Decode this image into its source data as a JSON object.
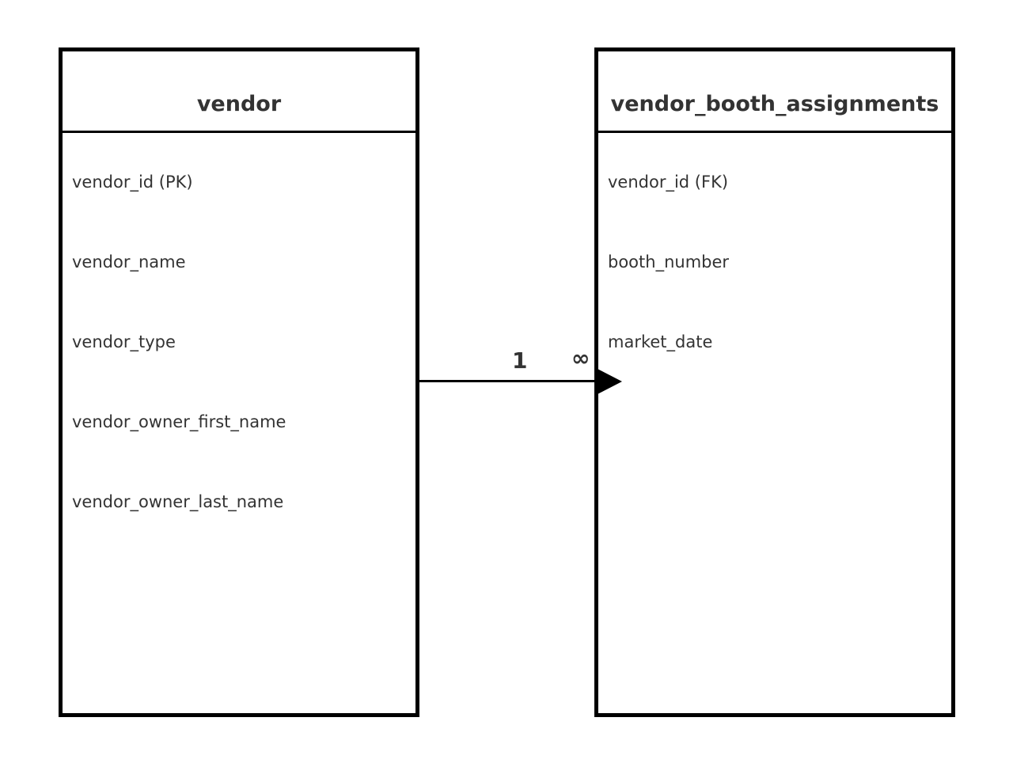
{
  "entities": [
    {
      "title": "vendor",
      "attributes": [
        "vendor_id (PK)",
        "vendor_name",
        "vendor_type",
        "vendor_owner_first_name",
        "vendor_owner_last_name"
      ]
    },
    {
      "title": "vendor_booth_assignments",
      "attributes": [
        "vendor_id (FK)",
        "booth_number",
        "market_date"
      ]
    }
  ],
  "relationship": {
    "from": "vendor",
    "to": "vendor_booth_assignments",
    "source_cardinality": "1",
    "target_cardinality": "∞",
    "arrow": "filled-triangle"
  },
  "colors": {
    "border": "#000000",
    "text": "#333333",
    "background": "#ffffff"
  }
}
